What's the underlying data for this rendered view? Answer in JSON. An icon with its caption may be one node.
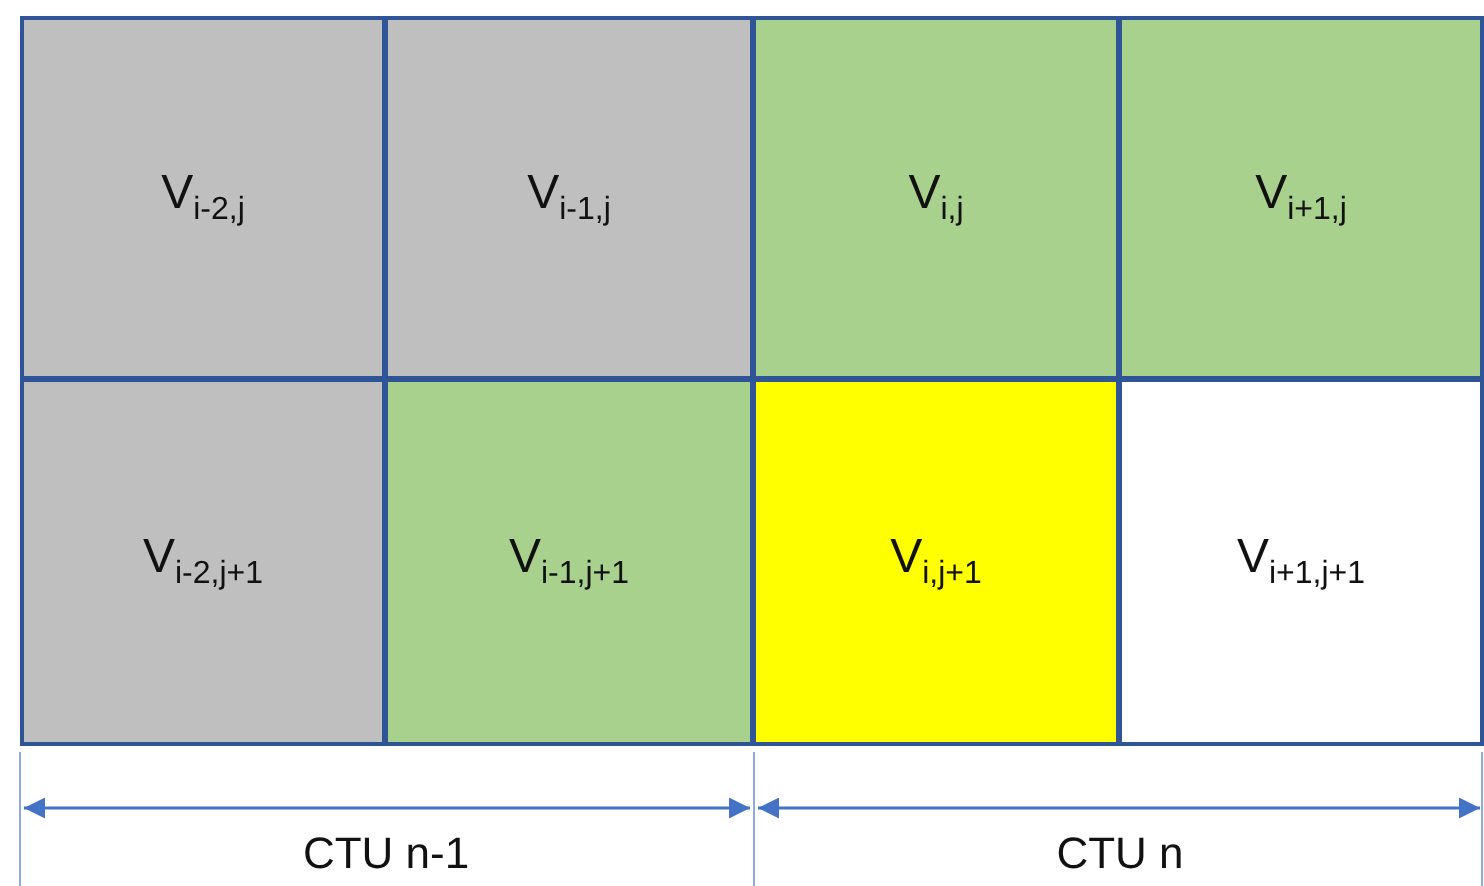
{
  "diagram": {
    "nodes": [
      {
        "text": [
          "V$_{i-2,j}$"
        ]
      },
      {
        "text": [
          "V$_{i-1,j}$"
        ]
      },
      {
        "text": [
          "V$_{i,j}$"
        ]
      },
      {
        "text": [
          "V$_{i+1,j}$"
        ]
      },
      {
        "text": [
          "V$_{i-2,j+1}$"
        ]
      },
      {
        "text": [
          "V$_{i-1,j+1}$"
        ]
      },
      {
        "text": [
          "V$_{i,j+1}$"
        ]
      },
      {
        "text": [
          "V$_{i+1,j+1}$"
        ]
      }
    ],
    "labels": [
      "CTU n-1",
      "CTU n"
    ]
  }
}
